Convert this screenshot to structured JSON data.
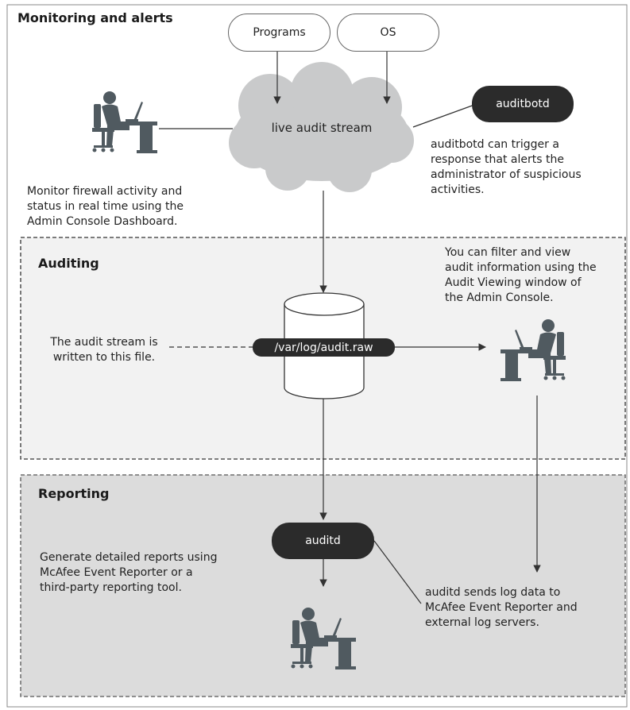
{
  "sections": {
    "monitoring": "Monitoring and alerts",
    "auditing": "Auditing",
    "reporting": "Reporting"
  },
  "sources": {
    "programs": "Programs",
    "os": "OS"
  },
  "cloud_label": "live audit stream",
  "nodes": {
    "auditbotd": "auditbotd",
    "file": "/var/log/audit.raw",
    "auditd": "auditd"
  },
  "notes": {
    "monitor": [
      "Monitor firewall activity and",
      "status in real time using the",
      "Admin Console Dashboard."
    ],
    "auditbotd": [
      "auditbotd can trigger a",
      "response that alerts the",
      "administrator of suspicious",
      "activities."
    ],
    "filter": [
      "You can filter and view",
      "audit information using the",
      "Audit Viewing window of",
      "the Admin Console."
    ],
    "stream_file": [
      "The audit stream is",
      "written to this file."
    ],
    "reports": [
      "Generate detailed reports using",
      "McAfee Event Reporter or a",
      "third-party reporting tool."
    ],
    "auditd_sends": [
      "auditd sends log data to",
      "McAfee Event Reporter and",
      "external log servers."
    ]
  },
  "icons": {
    "user": "person-at-desk-icon",
    "cloud": "cloud-icon",
    "database": "database-cylinder-icon"
  },
  "colors": {
    "icon": "#505a60",
    "dark_node": "#2b2b2b",
    "auditing_bg": "#f2f2f2",
    "reporting_bg": "#dcdcdc",
    "cloud": "#c9cacb"
  }
}
